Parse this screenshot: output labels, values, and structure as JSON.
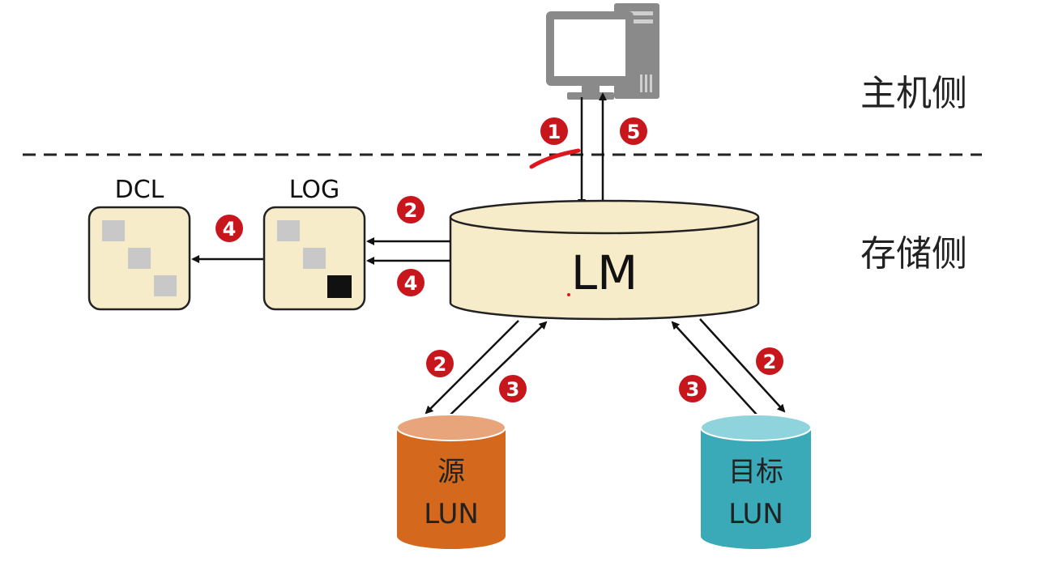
{
  "labels": {
    "host_side": "主机侧",
    "storage_side": "存储侧",
    "dcl": "DCL",
    "log": "LOG",
    "lm": "LM",
    "source_lun_line1": "源",
    "source_lun_line2": "LUN",
    "target_lun_line1": "目标",
    "target_lun_line2": "LUN"
  },
  "steps": {
    "s1": "1",
    "s2a": "2",
    "s2b": "2",
    "s2c": "2",
    "s3a": "3",
    "s3b": "3",
    "s4a": "4",
    "s4b": "4",
    "s5": "5"
  },
  "colors": {
    "badge": "#c8161d",
    "cream": "#f7ecc9",
    "source_lun": "#d4681c",
    "source_lun_top": "#e8a47a",
    "target_lun": "#3aa9b8",
    "target_lun_top": "#8fd3dc",
    "computer": "#8a8a8a"
  },
  "icons": [
    "desktop-computer-icon"
  ]
}
